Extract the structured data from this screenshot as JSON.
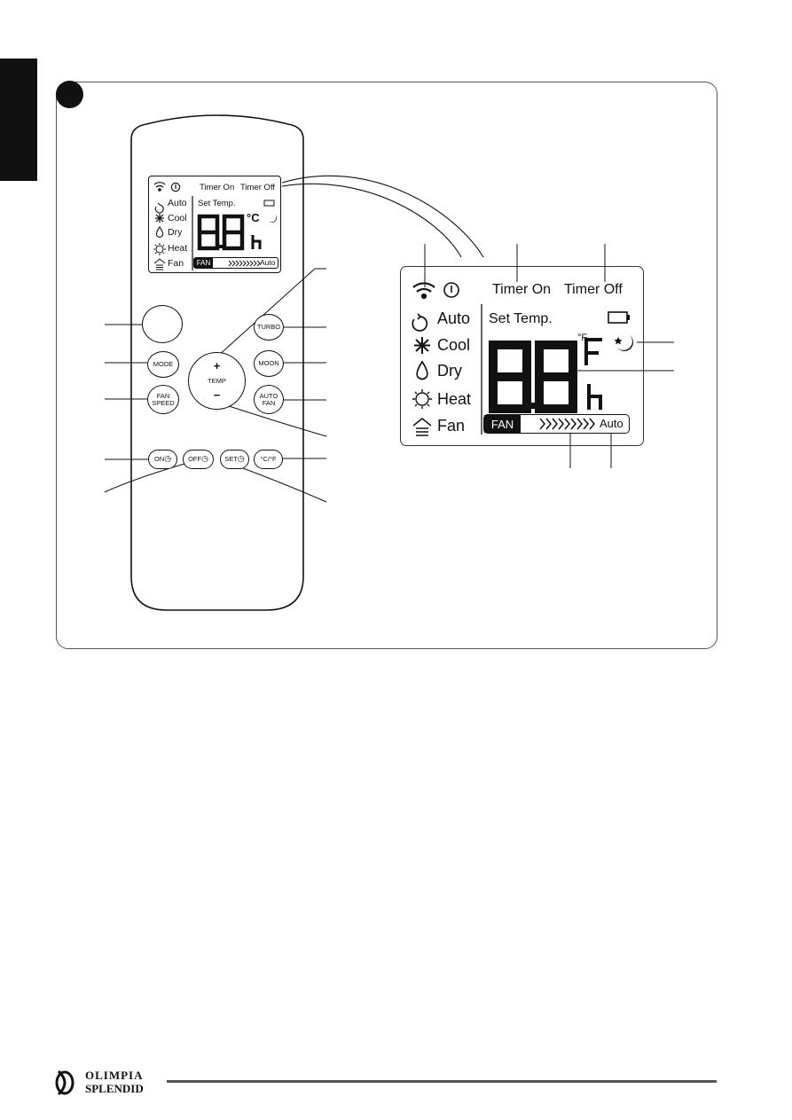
{
  "remote": {
    "lcd": {
      "timer_on": "Timer On",
      "timer_off": "Timer Off",
      "set_temp": "Set Temp.",
      "modes": [
        "Auto",
        "Cool",
        "Dry",
        "Heat",
        "Fan"
      ],
      "temp_unit": "°C",
      "hour_unit": "h",
      "fan_label": "FAN",
      "fan_auto": "Auto"
    },
    "buttons": {
      "mode": "MODE",
      "fan_speed_line1": "FAN",
      "fan_speed_line2": "SPEED",
      "turbo": "TURBO",
      "moon": "MOON",
      "auto_fan_line1": "AUTO",
      "auto_fan_line2": "FAN",
      "temp_plus": "+",
      "temp": "TEMP",
      "temp_minus": "−",
      "timer_on": "ON",
      "timer_off": "OFF",
      "timer_set": "SET",
      "unit_toggle": "°C/°F"
    }
  },
  "display_detail": {
    "timer_on": "Timer On",
    "timer_off": "Timer Off",
    "set_temp": "Set Temp.",
    "modes": [
      "Auto",
      "Cool",
      "Dry",
      "Heat",
      "Fan"
    ],
    "temp_unit": "°F",
    "hour_unit": "h",
    "fan_label": "FAN",
    "fan_auto": "Auto"
  },
  "logo": {
    "line1": "OLIMPIA",
    "line2": "SPLENDID"
  },
  "colors": {
    "ink": "#111111",
    "frame": "#555555",
    "segment": "#111111"
  },
  "icons": [
    "wifi-icon",
    "power-icon",
    "battery-icon",
    "auto-mode-icon",
    "snowflake-icon",
    "drop-icon",
    "sun-icon",
    "fan-house-icon",
    "moon-star-icon",
    "clock-icon"
  ]
}
